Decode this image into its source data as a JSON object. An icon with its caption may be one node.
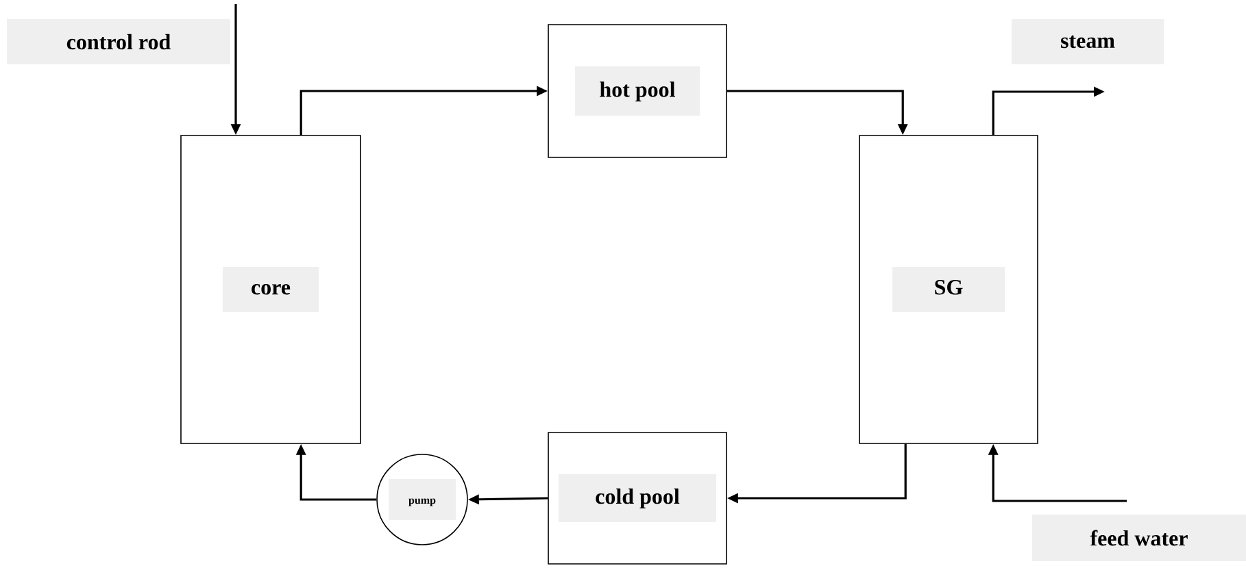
{
  "diagram": {
    "nodes": [
      {
        "text": [
          "core"
        ]
      },
      {
        "text": [
          "hot pool"
        ]
      },
      {
        "text": [
          "SG"
        ]
      },
      {
        "text": [
          "cold pool"
        ]
      },
      {
        "text": [
          "pump"
        ]
      }
    ],
    "edges": [
      {
        "from": null,
        "to": 0,
        "arrow": "to"
      },
      {
        "from": 0,
        "to": 1,
        "arrow": "to"
      },
      {
        "from": 1,
        "to": 2,
        "arrow": "to"
      },
      {
        "from": 2,
        "to": null,
        "arrow": "to"
      },
      {
        "from": 2,
        "to": 3,
        "arrow": "to"
      },
      {
        "from": 3,
        "to": 4,
        "arrow": "to"
      },
      {
        "from": 4,
        "to": 0,
        "arrow": "to"
      },
      {
        "from": null,
        "to": 2,
        "arrow": "to"
      }
    ],
    "labels": [
      "control rod",
      "steam",
      "feed water"
    ]
  }
}
